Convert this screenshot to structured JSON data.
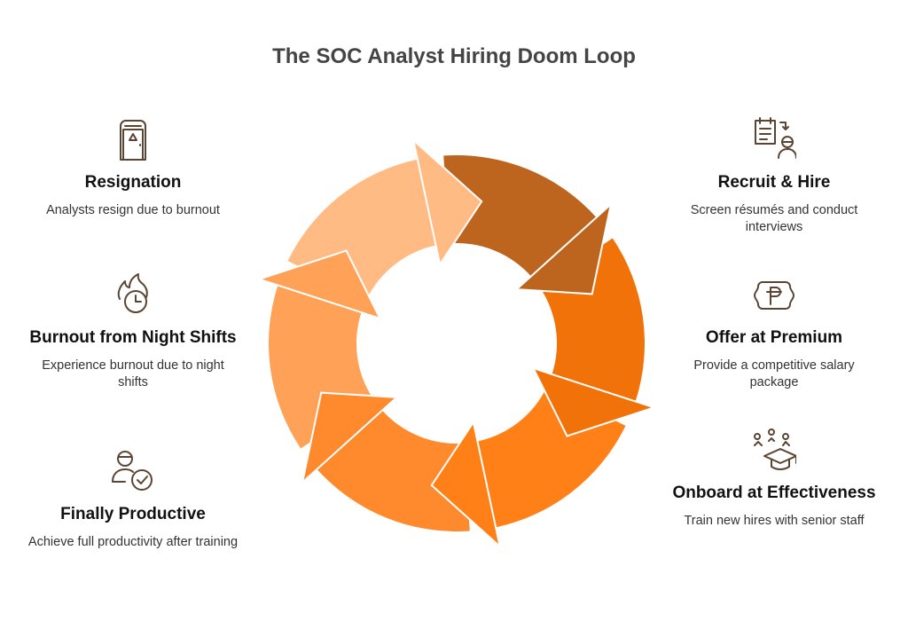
{
  "title": "The SOC Analyst Hiring Doom Loop",
  "colors": {
    "icon": "#5c4433",
    "segments": [
      "#BD651E",
      "#F2720A",
      "#FF8017",
      "#FF8A2D",
      "#FFA257",
      "#FFBB83"
    ]
  },
  "steps": [
    {
      "title": "Recruit & Hire",
      "desc": "Screen résumés and conduct interviews",
      "icon": "checklist-person-icon"
    },
    {
      "title": "Offer at Premium",
      "desc": "Provide a competitive salary package",
      "icon": "currency-badge-icon"
    },
    {
      "title": "Onboard at Effectiveness",
      "desc": "Train new hires with senior staff",
      "icon": "graduation-cap-icon"
    },
    {
      "title": "Finally Productive",
      "desc": "Achieve full productivity after training",
      "icon": "person-check-icon"
    },
    {
      "title": "Burnout from Night Shifts",
      "desc": "Experience burnout due to night shifts",
      "icon": "fire-clock-icon"
    },
    {
      "title": "Resignation",
      "desc": "Analysts resign due to burnout",
      "icon": "exit-door-icon"
    }
  ]
}
